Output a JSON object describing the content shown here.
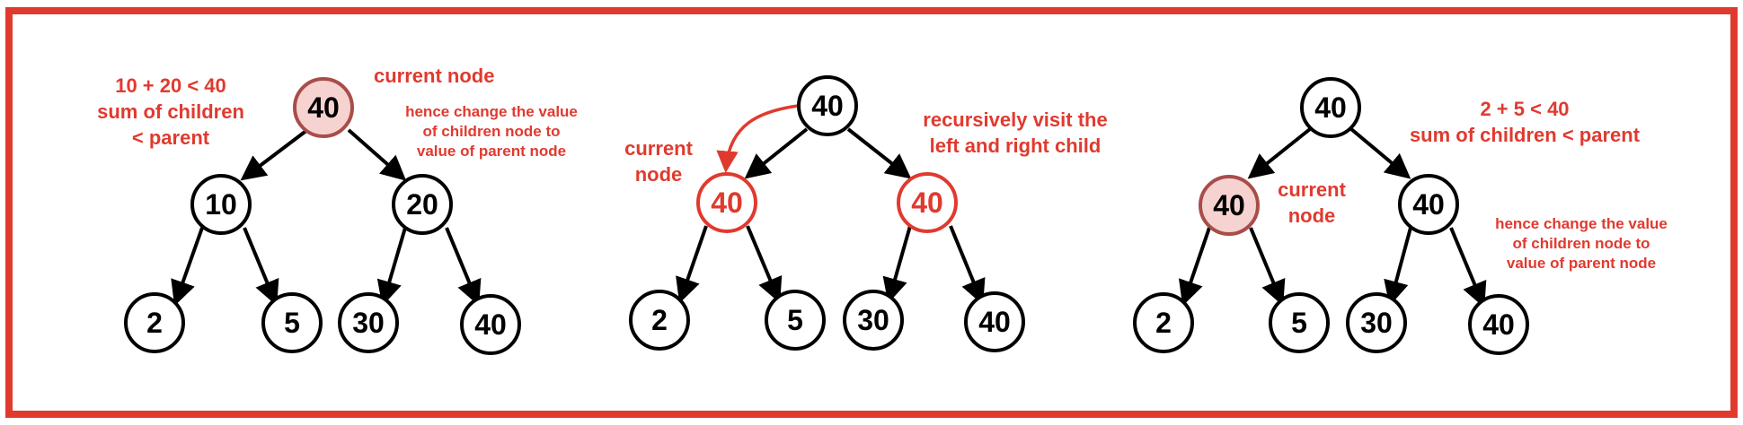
{
  "colors": {
    "border": "#e03a2f",
    "annotation": "#e03a2f",
    "highlight_fill": "#f6d3d1",
    "highlight_stroke": "#a84d4a",
    "default_stroke": "#000000",
    "active_stroke": "#e03a2f"
  },
  "panels": [
    {
      "nodes": [
        "40",
        "10",
        "20",
        "2",
        "5",
        "30",
        "40"
      ],
      "node_styles": [
        "highlight",
        "default",
        "default",
        "default",
        "default",
        "default",
        "default"
      ],
      "annotations": {
        "top_left": [
          "10 + 20 < 40",
          "sum of children",
          "< parent"
        ],
        "current_node": [
          "current node"
        ],
        "hence": [
          "hence change the value",
          "of children node to",
          "value of parent node"
        ]
      }
    },
    {
      "nodes": [
        "40",
        "40",
        "40",
        "2",
        "5",
        "30",
        "40"
      ],
      "node_styles": [
        "default",
        "active",
        "active",
        "default",
        "default",
        "default",
        "default"
      ],
      "annotations": {
        "current_node": [
          "current",
          "node"
        ],
        "recursive": [
          "recursively visit the",
          "left and right child"
        ]
      }
    },
    {
      "nodes": [
        "40",
        "40",
        "40",
        "2",
        "5",
        "30",
        "40"
      ],
      "node_styles": [
        "default",
        "highlight",
        "default",
        "default",
        "default",
        "default",
        "default"
      ],
      "annotations": {
        "top_right": [
          "2 + 5 < 40",
          "sum of children < parent"
        ],
        "current_node": [
          "current",
          "node"
        ],
        "hence": [
          "hence change the value",
          "of children node to",
          "value of parent node"
        ]
      }
    }
  ]
}
